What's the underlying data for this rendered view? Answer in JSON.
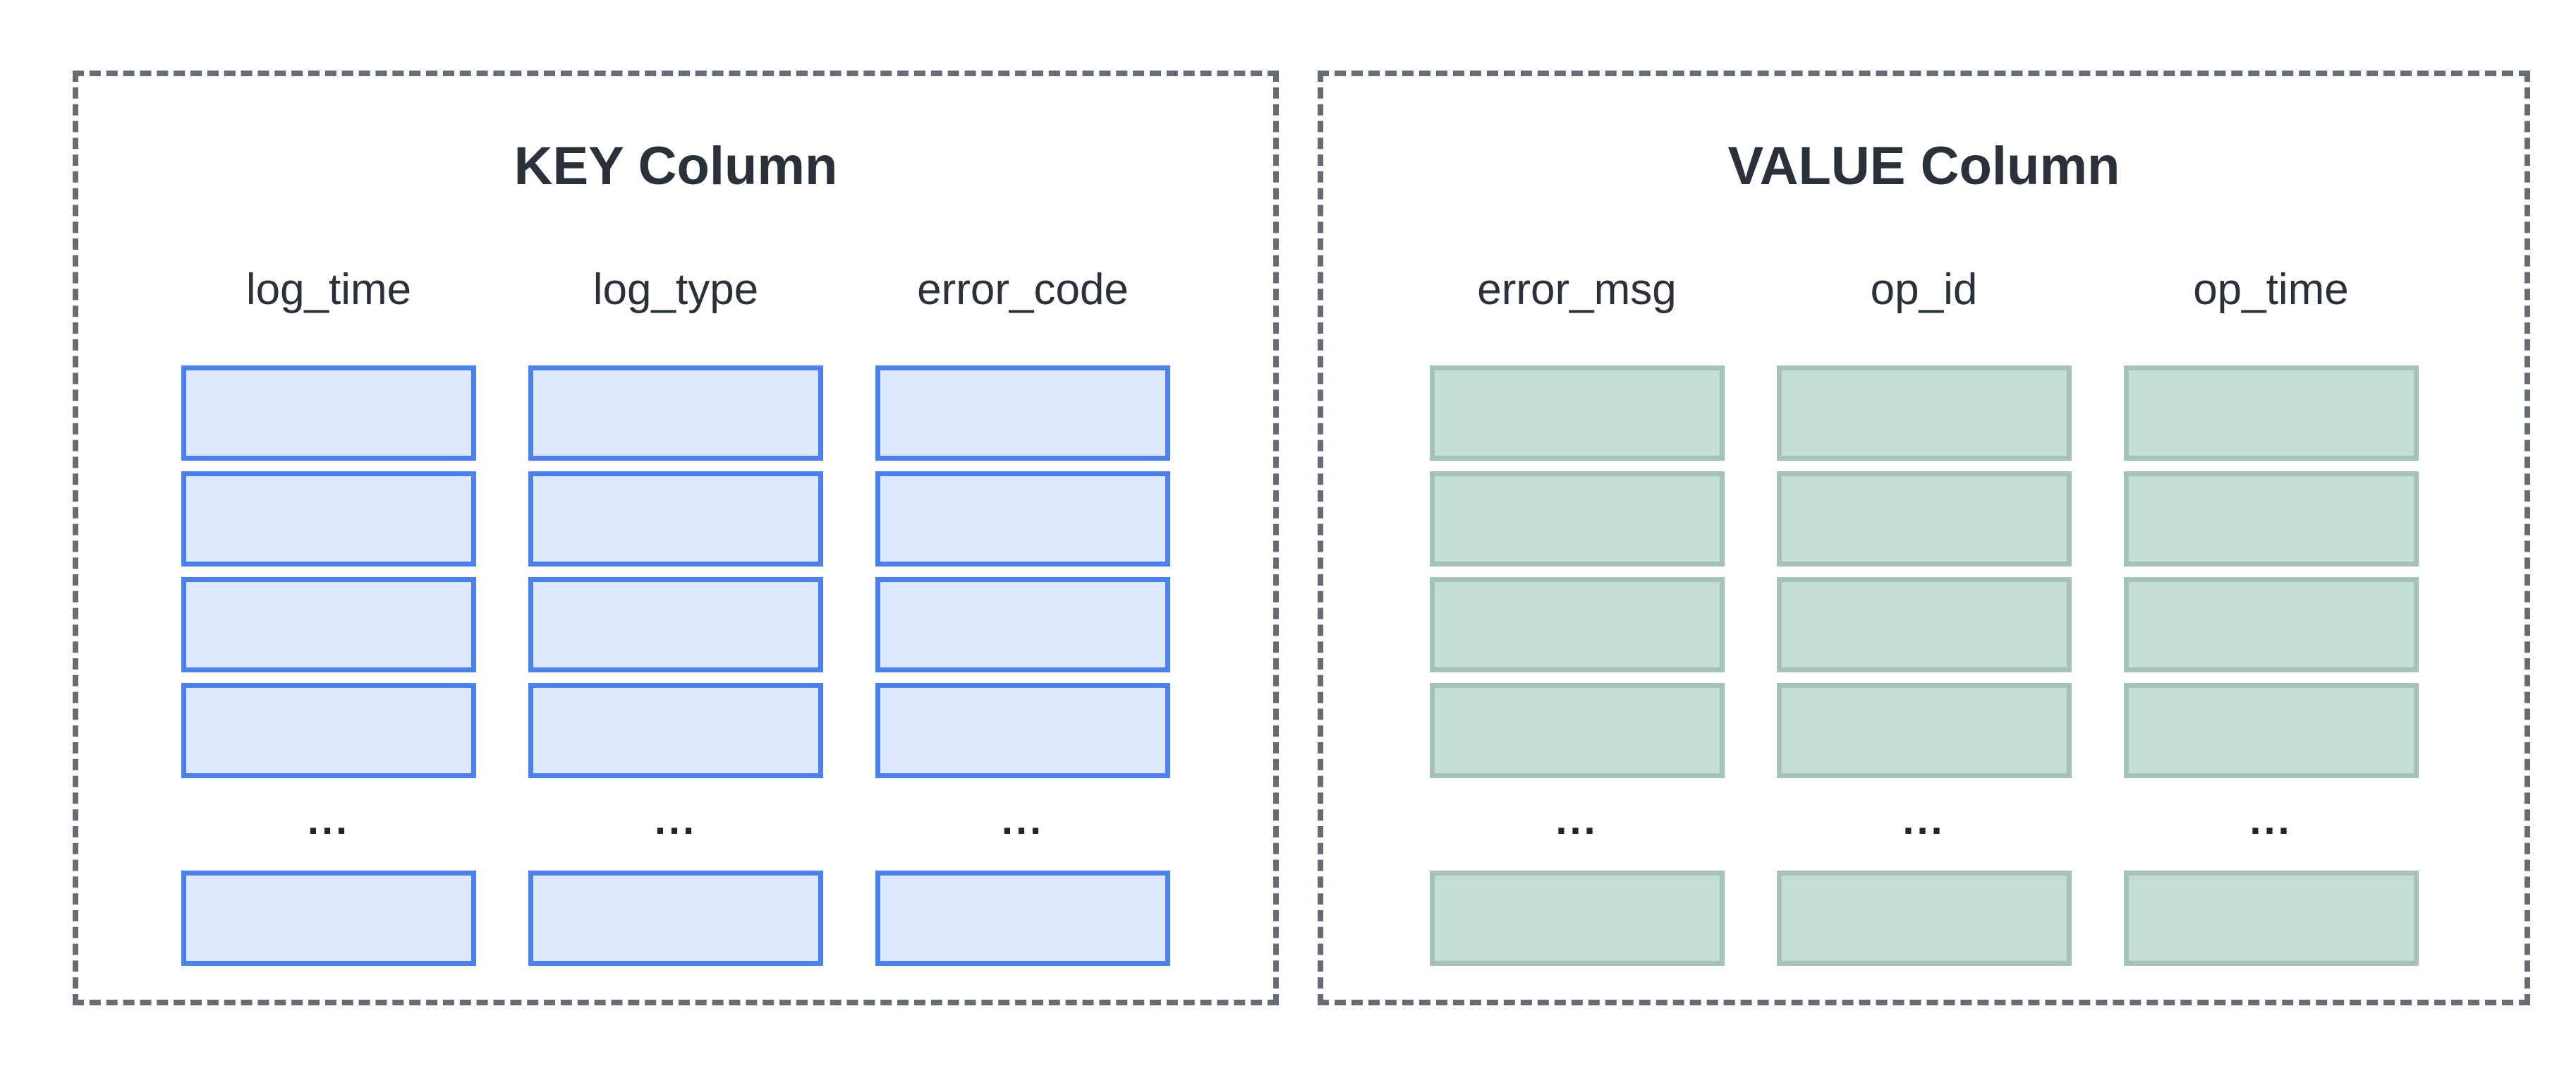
{
  "diagram": {
    "panels": [
      {
        "id": "key",
        "title": "KEY Column",
        "ellipsis": "...",
        "rows_before_ellipsis": 4,
        "rows_after_ellipsis": 1,
        "columns": [
          {
            "header": "log_time"
          },
          {
            "header": "log_type"
          },
          {
            "header": "error_code"
          }
        ],
        "box_fill": "#dfe8fc",
        "box_border": "#4b80f3"
      },
      {
        "id": "value",
        "title": "VALUE Column",
        "ellipsis": "...",
        "rows_before_ellipsis": 4,
        "rows_after_ellipsis": 1,
        "columns": [
          {
            "header": "error_msg"
          },
          {
            "header": "op_id"
          },
          {
            "header": "op_time"
          }
        ],
        "box_fill": "#c2ded5",
        "box_border": "#a5c2b9"
      }
    ],
    "colors": {
      "panel_border": "#666c75",
      "heading_text": "#2b313b",
      "ellipsis_text": "#22262e",
      "background": "#ffffff"
    }
  }
}
